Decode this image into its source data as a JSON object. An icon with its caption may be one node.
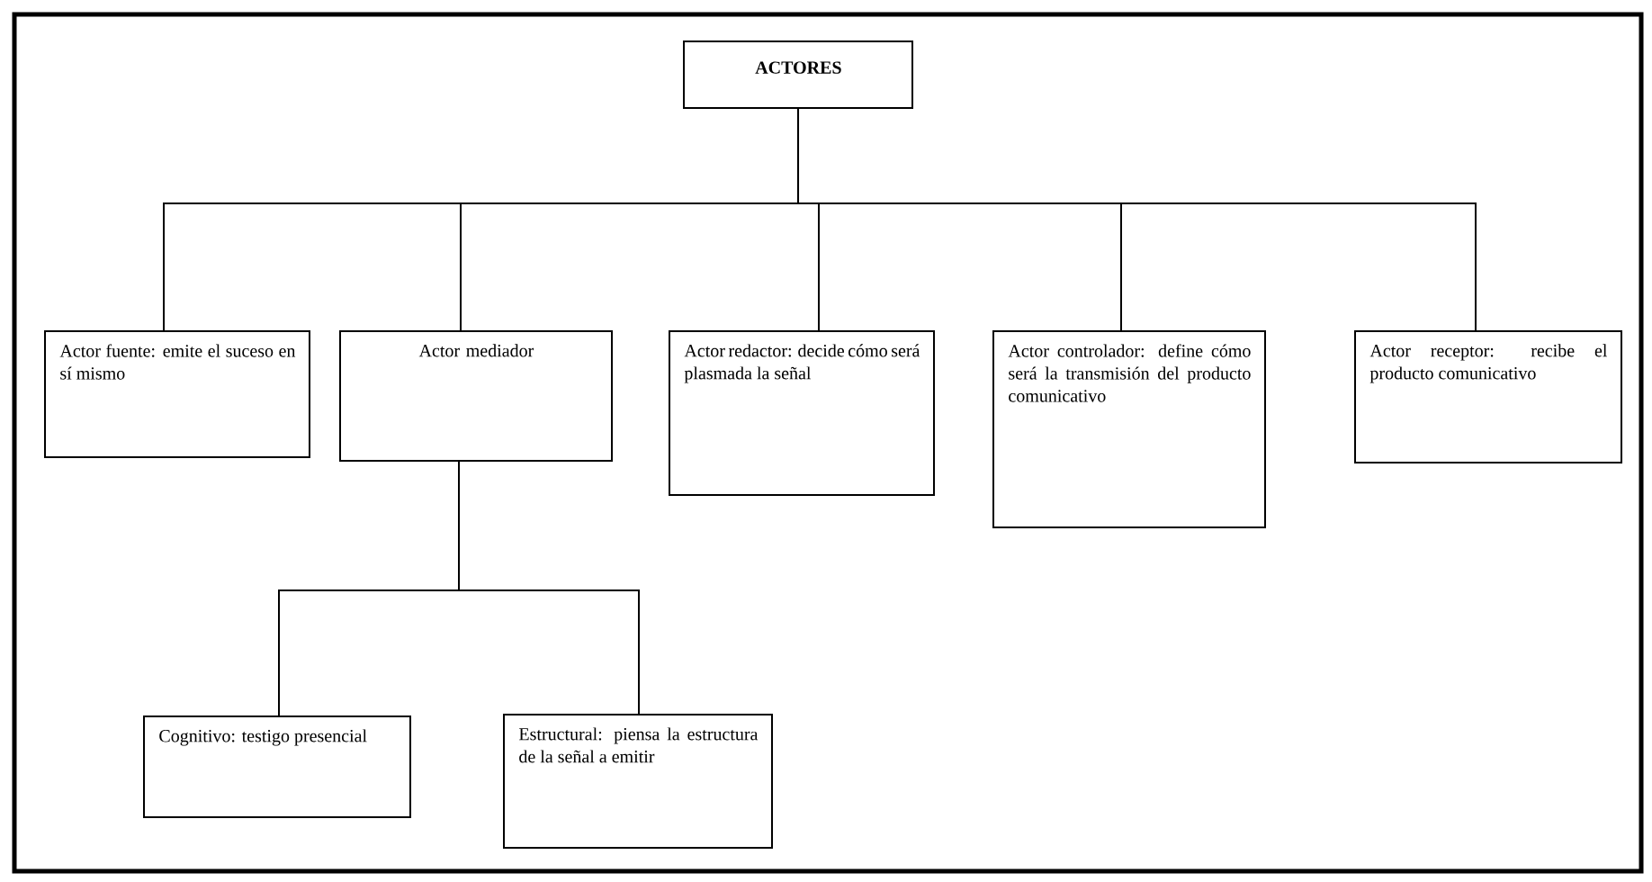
{
  "diagram": {
    "nodes": [
      {
        "text": [
          "ACTORES"
        ]
      },
      {
        "text": [
          "Actor fuente: emite el suceso en sí mismo"
        ]
      },
      {
        "text": [
          "Actor mediador"
        ]
      },
      {
        "text": [
          "Actor redactor: decide cómo será plasmada la señal"
        ]
      },
      {
        "text": [
          "Actor controlador: define cómo será la transmisión del producto comunicativo"
        ]
      },
      {
        "text": [
          "Actor receptor: recibe el producto comunicativo"
        ]
      },
      {
        "text": [
          "Cognitivo: testigo presencial"
        ]
      },
      {
        "text": [
          "Estructural: piensa la estructura de la señal a emitir"
        ]
      }
    ],
    "edges": [
      {
        "from": 0,
        "to": 1,
        "arrow": "none"
      },
      {
        "from": 0,
        "to": 2,
        "arrow": "none"
      },
      {
        "from": 0,
        "to": 3,
        "arrow": "none"
      },
      {
        "from": 0,
        "to": 4,
        "arrow": "none"
      },
      {
        "from": 0,
        "to": 5,
        "arrow": "none"
      },
      {
        "from": 2,
        "to": 6,
        "arrow": "none"
      },
      {
        "from": 2,
        "to": 7,
        "arrow": "none"
      }
    ]
  }
}
